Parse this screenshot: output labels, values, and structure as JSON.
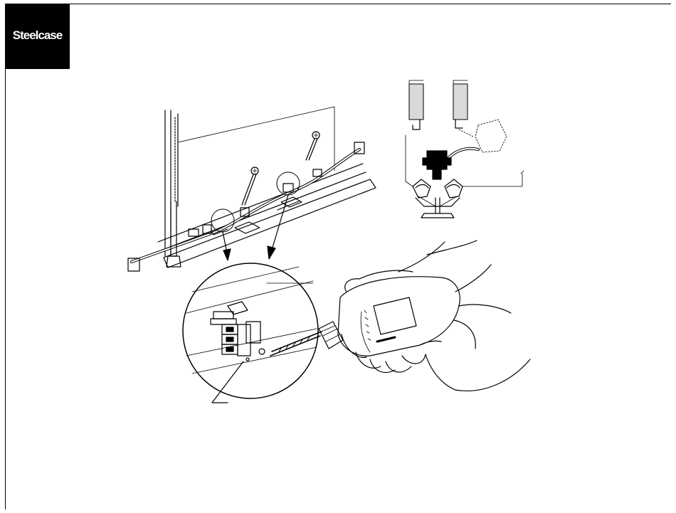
{
  "header": {
    "logo_text": "Steelcase"
  },
  "figures": [
    {
      "name": "beam-assembly-view"
    },
    {
      "name": "cross-section-view"
    },
    {
      "name": "drill-detail-view"
    }
  ]
}
